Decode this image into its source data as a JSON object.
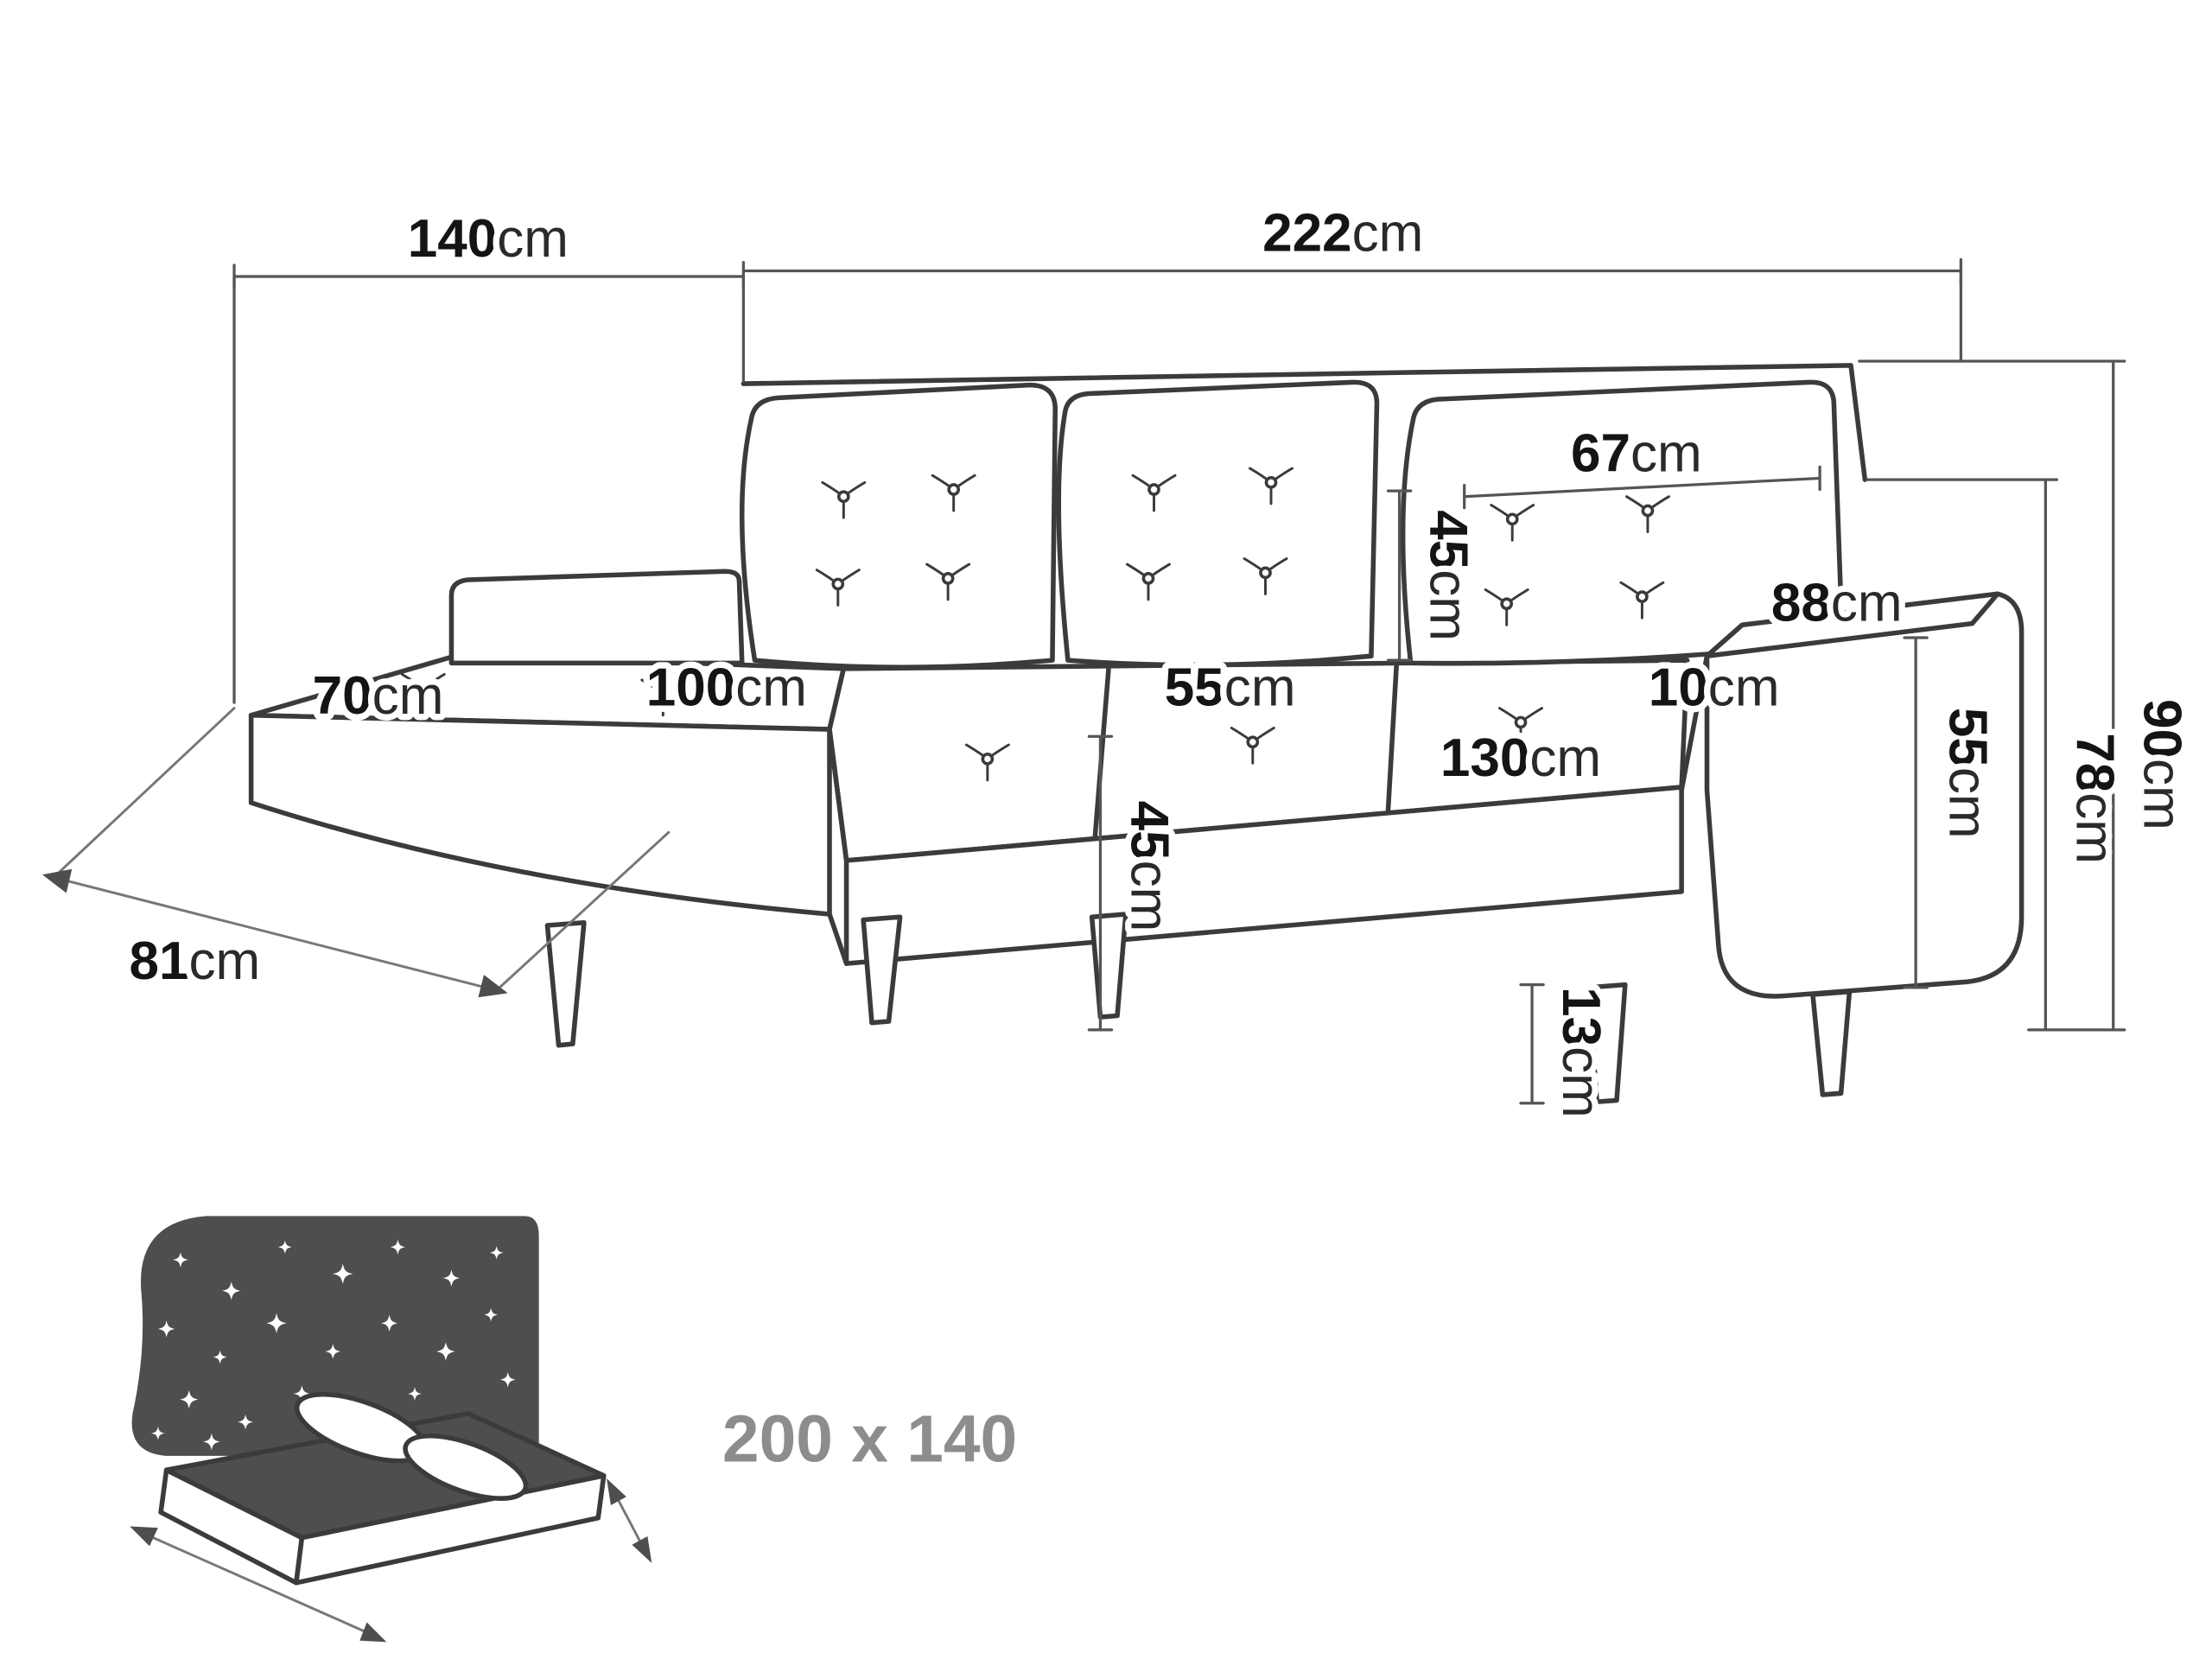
{
  "colors": {
    "background": "#ffffff",
    "line_ink": "#3b3b3b",
    "dimension_line": "#555555",
    "label_text": "#141414",
    "muted_label": "#8d8d8d",
    "pictogram_fill": "#4e4e4e"
  },
  "dimensions": {
    "chaise_section_width": {
      "value": "140",
      "unit": "cm"
    },
    "total_width": {
      "value": "222",
      "unit": "cm"
    },
    "back_cushion_width": {
      "value": "67",
      "unit": "cm"
    },
    "back_cushion_height": {
      "value": "45",
      "unit": "cm"
    },
    "armrest_length": {
      "value": "88",
      "unit": "cm"
    },
    "chaise_front_width": {
      "value": "70",
      "unit": "cm"
    },
    "chaise_length": {
      "value": "100",
      "unit": "cm"
    },
    "seat_depth": {
      "value": "55",
      "unit": "cm"
    },
    "armrest_width": {
      "value": "10",
      "unit": "cm"
    },
    "seat_width": {
      "value": "130",
      "unit": "cm"
    },
    "armrest_height": {
      "value": "55",
      "unit": "cm"
    },
    "backrest_height": {
      "value": "78",
      "unit": "cm"
    },
    "total_height": {
      "value": "90",
      "unit": "cm"
    },
    "seat_height": {
      "value": "45",
      "unit": "cm"
    },
    "chaise_floor_depth": {
      "value": "81",
      "unit": "cm"
    },
    "leg_height": {
      "value": "13",
      "unit": "cm"
    }
  },
  "sleeping_area": {
    "size": "200 x 140"
  }
}
